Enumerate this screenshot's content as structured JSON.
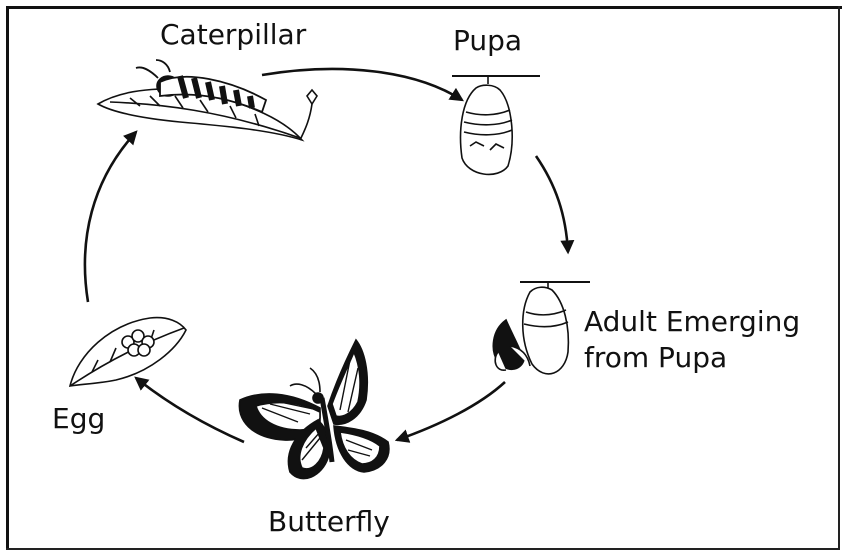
{
  "stages": {
    "caterpillar": "Caterpillar",
    "pupa": "Pupa",
    "adult_line1": "Adult Emerging",
    "adult_line2": "from Pupa",
    "butterfly": "Butterfly",
    "egg": "Egg"
  },
  "colors": {
    "ink": "#111111",
    "paper": "#ffffff"
  }
}
